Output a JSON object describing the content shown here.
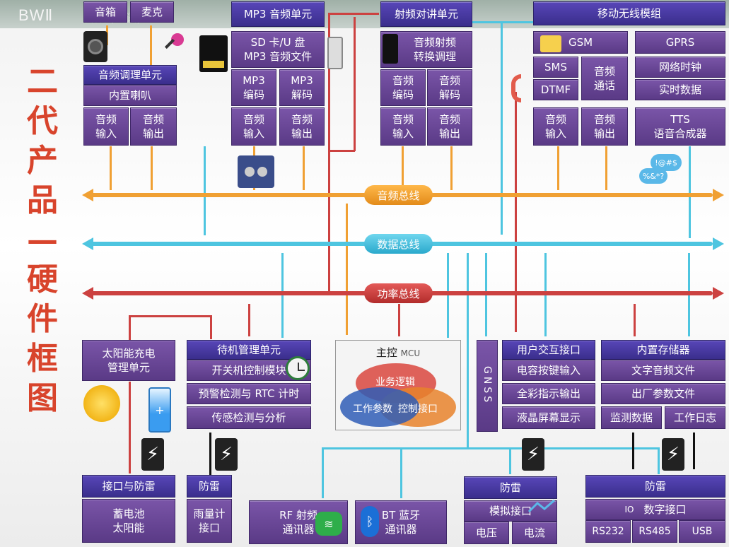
{
  "header": {
    "brand": "BWⅡ",
    "subtitle": "音频 (通讯)"
  },
  "vertical_title": [
    "二",
    "代",
    "产",
    "品",
    "—",
    "硬",
    "件",
    "框",
    "图"
  ],
  "audio_unit": {
    "speaker": "音箱",
    "mic": "麦克",
    "title": "音频调理单元",
    "speaker_internal": "内置喇叭",
    "in": "音频\n输入",
    "out": "音频\n输出"
  },
  "mp3_unit": {
    "title": "MP3 音频单元",
    "source": "SD 卡/U 盘\nMP3 音频文件",
    "enc": "MP3\n编码",
    "dec": "MP3\n解码",
    "in": "音频\n输入",
    "out": "音频\n输出"
  },
  "radio_unit": {
    "title": "射频对讲单元",
    "convert": "音频射频\n转换调理",
    "enc": "音频\n编码",
    "dec": "音频\n解码",
    "in": "音频\n输入",
    "out": "音频\n输出"
  },
  "wireless": {
    "title": "移动无线模组",
    "gsm": "GSM",
    "gprs": "GPRS",
    "sms": "SMS",
    "dtmf": "DTMF",
    "call": "音频\n通话",
    "clock": "网络时钟",
    "realtime": "实时数据",
    "in": "音频\n输入",
    "out": "音频\n输出",
    "tts": "TTS\n语音合成器",
    "bubble1": "!@#$",
    "bubble2": "%&*?"
  },
  "buses": {
    "audio": "音频总线",
    "data": "数据总线",
    "power": "功率总线"
  },
  "solar": {
    "title": "太阳能充电\n管理单元",
    "protect": "接口与防雷",
    "battery": "蓄电池\n太阳能"
  },
  "standby": {
    "title": "待机管理单元",
    "power_ctrl": "开关机控制模块",
    "rtc": "预警检测与 RTC 计时",
    "sensor": "传感检测与分析"
  },
  "rain": {
    "protect": "防雷",
    "gauge": "雨量计\n接口"
  },
  "mcu": {
    "title": "主控",
    "title_small": "MCU",
    "logic": "业务逻辑",
    "params": "工作参数",
    "ctrl": "控制接口"
  },
  "gnss": "GNSS",
  "ui": {
    "title": "用户交互接口",
    "keys": "电容按键输入",
    "rgb": "全彩指示输出",
    "lcd": "液晶屏幕显示"
  },
  "storage": {
    "title": "内置存储器",
    "text_audio": "文字音频文件",
    "factory": "出厂参数文件",
    "monitor": "监测数据",
    "log": "工作日志"
  },
  "rf": "RF 射频\n通讯器",
  "bt": "BT 蓝牙\n通讯器",
  "analog": {
    "protect": "防雷",
    "title": "模拟接口",
    "voltage": "电压",
    "current": "电流"
  },
  "digital": {
    "protect": "防雷",
    "io": "IO",
    "title": "数字接口",
    "rs232": "RS232",
    "rs485": "RS485",
    "usb": "USB"
  },
  "colors": {
    "box": "#6e4b9b",
    "header": "#4a3aa0",
    "audio_bus": "#f0a033",
    "data_bus": "#4ec5e0",
    "power_bus": "#cc4140",
    "title": "#d8442c"
  }
}
